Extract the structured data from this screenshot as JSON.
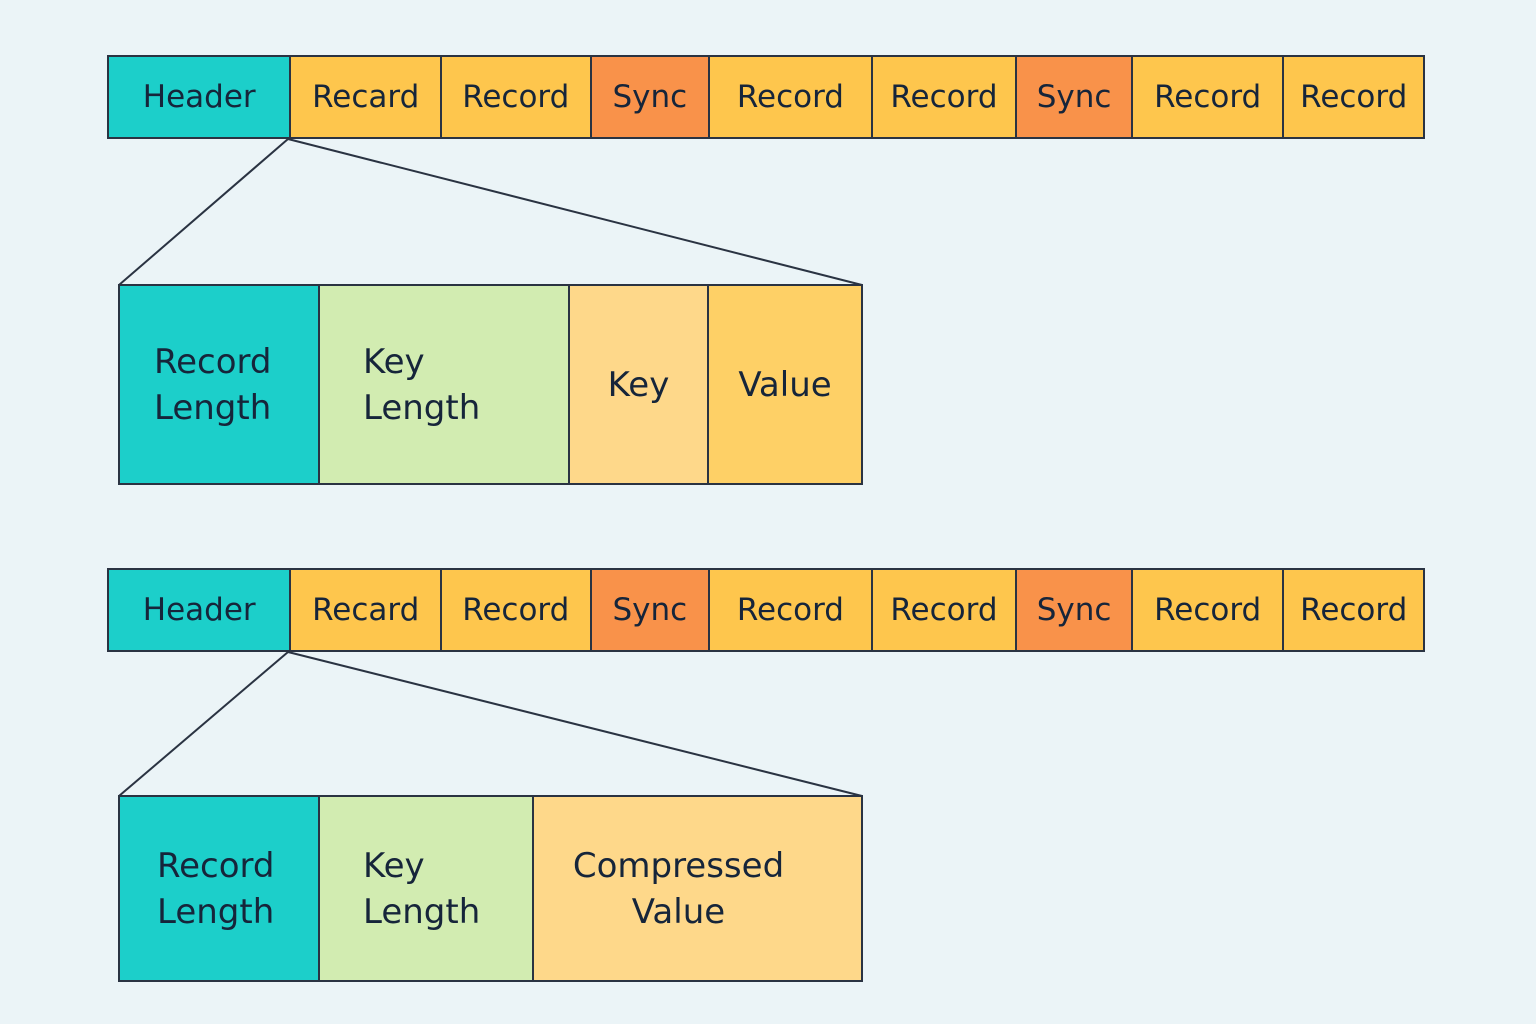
{
  "diagram_a": {
    "sequence": [
      {
        "label": "Header",
        "kind": "header"
      },
      {
        "label": "Recard",
        "kind": "record"
      },
      {
        "label": "Record",
        "kind": "record"
      },
      {
        "label": "Sync",
        "kind": "sync"
      },
      {
        "label": "Record",
        "kind": "record"
      },
      {
        "label": "Record",
        "kind": "record"
      },
      {
        "label": "Sync",
        "kind": "sync"
      },
      {
        "label": "Record",
        "kind": "record"
      },
      {
        "label": "Record",
        "kind": "record"
      }
    ],
    "detail": [
      {
        "lines": [
          "Record",
          "Length"
        ]
      },
      {
        "lines": [
          "Key",
          "Length"
        ]
      },
      {
        "lines": [
          "Key"
        ]
      },
      {
        "lines": [
          "Value"
        ]
      }
    ]
  },
  "diagram_b": {
    "sequence": [
      {
        "label": "Header",
        "kind": "header"
      },
      {
        "label": "Recard",
        "kind": "record"
      },
      {
        "label": "Record",
        "kind": "record"
      },
      {
        "label": "Sync",
        "kind": "sync"
      },
      {
        "label": "Record",
        "kind": "record"
      },
      {
        "label": "Record",
        "kind": "record"
      },
      {
        "label": "Sync",
        "kind": "sync"
      },
      {
        "label": "Record",
        "kind": "record"
      },
      {
        "label": "Record",
        "kind": "record"
      }
    ],
    "detail": [
      {
        "lines": [
          "Record",
          "Length"
        ]
      },
      {
        "lines": [
          "Key",
          "Length"
        ]
      },
      {
        "lines": [
          "Compressed",
          "Value"
        ]
      }
    ]
  },
  "colors": {
    "background": "#ebf4f7",
    "header": "#1ccfca",
    "record": "#fec64d",
    "sync": "#f9924a",
    "key_length": "#d2ecb1",
    "key": "#fed88a",
    "value": "#fed066",
    "stroke": "#2a3342"
  }
}
